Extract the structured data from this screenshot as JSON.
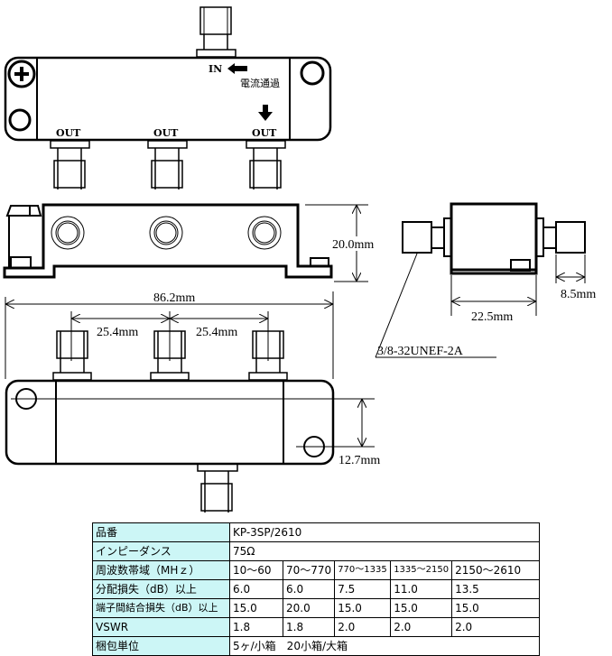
{
  "top_view": {
    "in_label": "IN",
    "current_pass_label": "電流通過",
    "out_labels": [
      "OUT",
      "OUT",
      "OUT"
    ]
  },
  "dimensions": {
    "height": "20.0mm",
    "total_width": "86.2mm",
    "pitch_left": "25.4mm",
    "pitch_right": "25.4mm",
    "hole_offset": "12.7mm",
    "body_length": "22.5mm",
    "connector_length": "8.5mm",
    "thread_spec": "3/8-32UNEF-2A"
  },
  "spec_table": {
    "rows": [
      {
        "label": "品番",
        "values": [
          "KP-3SP/2610"
        ]
      },
      {
        "label": "インピーダンス",
        "values": [
          "75Ω"
        ]
      },
      {
        "label": "周波数帯域（MHｚ）",
        "values": [
          "10〜60",
          "70〜770",
          "770〜1335",
          "1335〜2150",
          "2150〜2610"
        ]
      },
      {
        "label": "分配損失（dB）以上",
        "values": [
          "6.0",
          "6.0",
          "7.5",
          "11.0",
          "13.5"
        ]
      },
      {
        "label": "端子間結合損失（dB）以上",
        "values": [
          "15.0",
          "20.0",
          "15.0",
          "15.0",
          "15.0"
        ]
      },
      {
        "label": "VSWR",
        "values": [
          "1.8",
          "1.8",
          "2.0",
          "2.0",
          "2.0"
        ]
      },
      {
        "label": "梱包単位",
        "values": [
          "5ヶ/小箱　20小箱/大箱"
        ]
      }
    ]
  }
}
